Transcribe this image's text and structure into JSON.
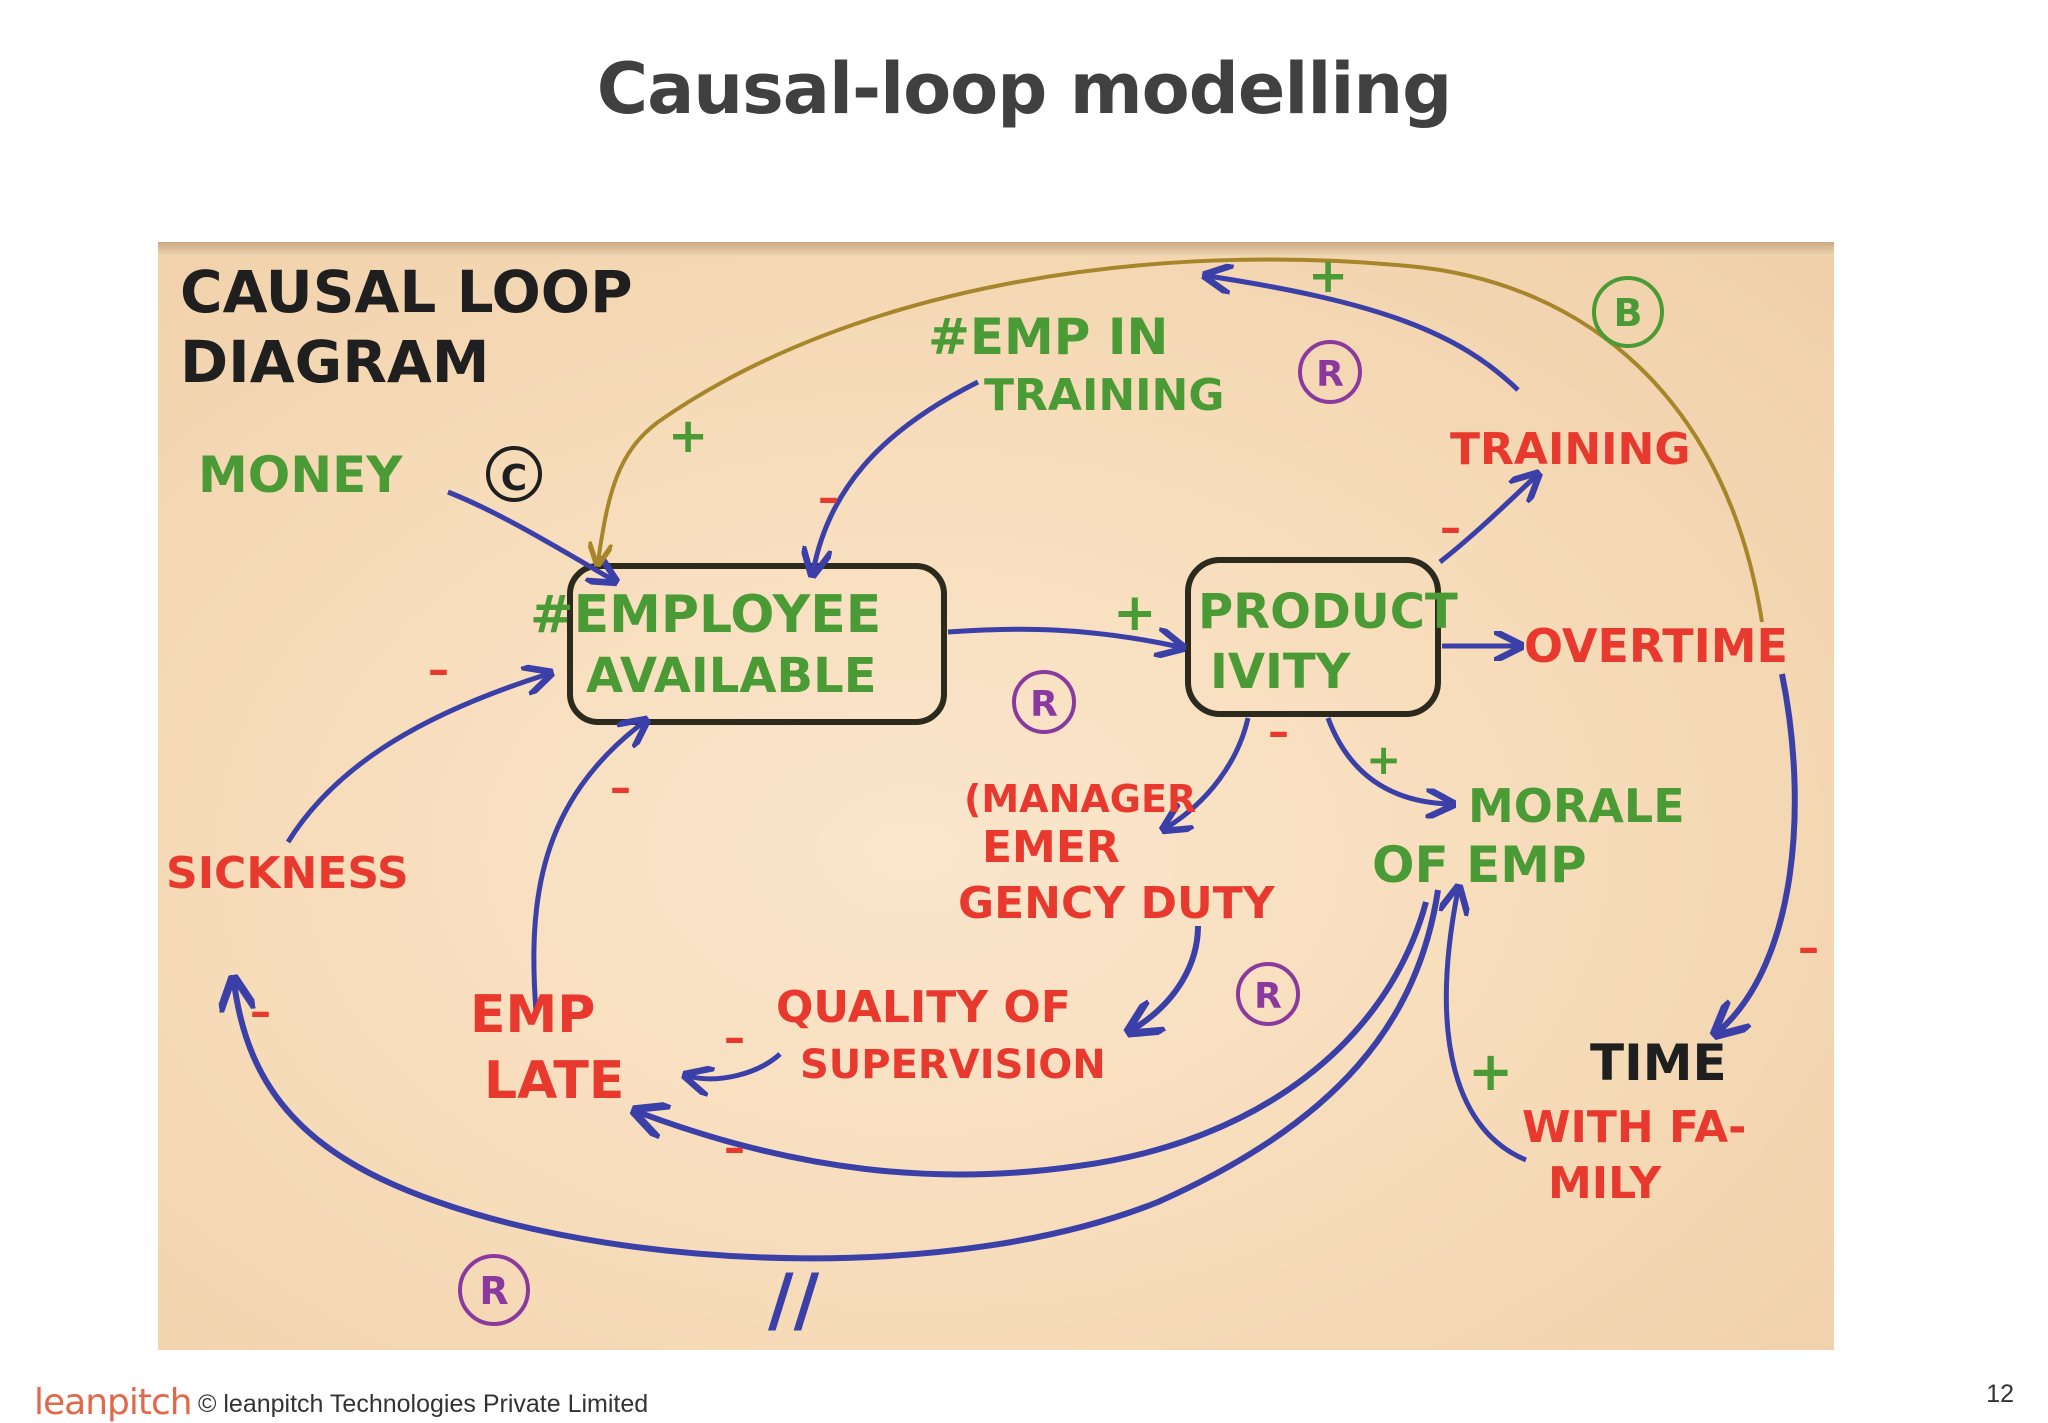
{
  "slide": {
    "title": "Causal-loop modelling",
    "page_number": "12"
  },
  "footer": {
    "logo_text": "leanpitch",
    "copyright": "© leanpitch Technologies Private Limited"
  },
  "colors": {
    "green": "#4a9a35",
    "red": "#e8392f",
    "blue": "#3b3fa8",
    "black": "#1f1f1f",
    "purple": "#8a3a9e",
    "olive": "#a7852a"
  },
  "diagram": {
    "heading_line1": "CAUSAL LOOP",
    "heading_line2": "DIAGRAM",
    "money": "MONEY",
    "money_tag": "C",
    "emp_in_training_line1": "#EMP IN",
    "emp_in_training_line2": "TRAINING",
    "employee_available_line1": "#EMPLOYEE",
    "employee_available_line2": "AVAILABLE",
    "productivity_line1": "PRODUCT",
    "productivity_line2": "IVITY",
    "training": "TRAINING",
    "overtime": "OVERTIME",
    "morale_line1": "MORALE",
    "morale_line2": "OF EMP",
    "manager_line1": "(MANAGER",
    "manager_line2": "EMER",
    "manager_line3": "GENCY DUTY",
    "quality_line1": "QUALITY OF",
    "quality_line2": "SUPERVISION",
    "emp_late_line1": "EMP",
    "emp_late_line2": "LATE",
    "sickness": "SICKNESS",
    "time_family_line1": "TIME",
    "time_family_line2": "WITH FA-",
    "time_family_line3": "MILY",
    "loop_r": "R",
    "loop_b": "B",
    "sign_plus": "+",
    "sign_minus": "–",
    "delay_mark": "//"
  }
}
